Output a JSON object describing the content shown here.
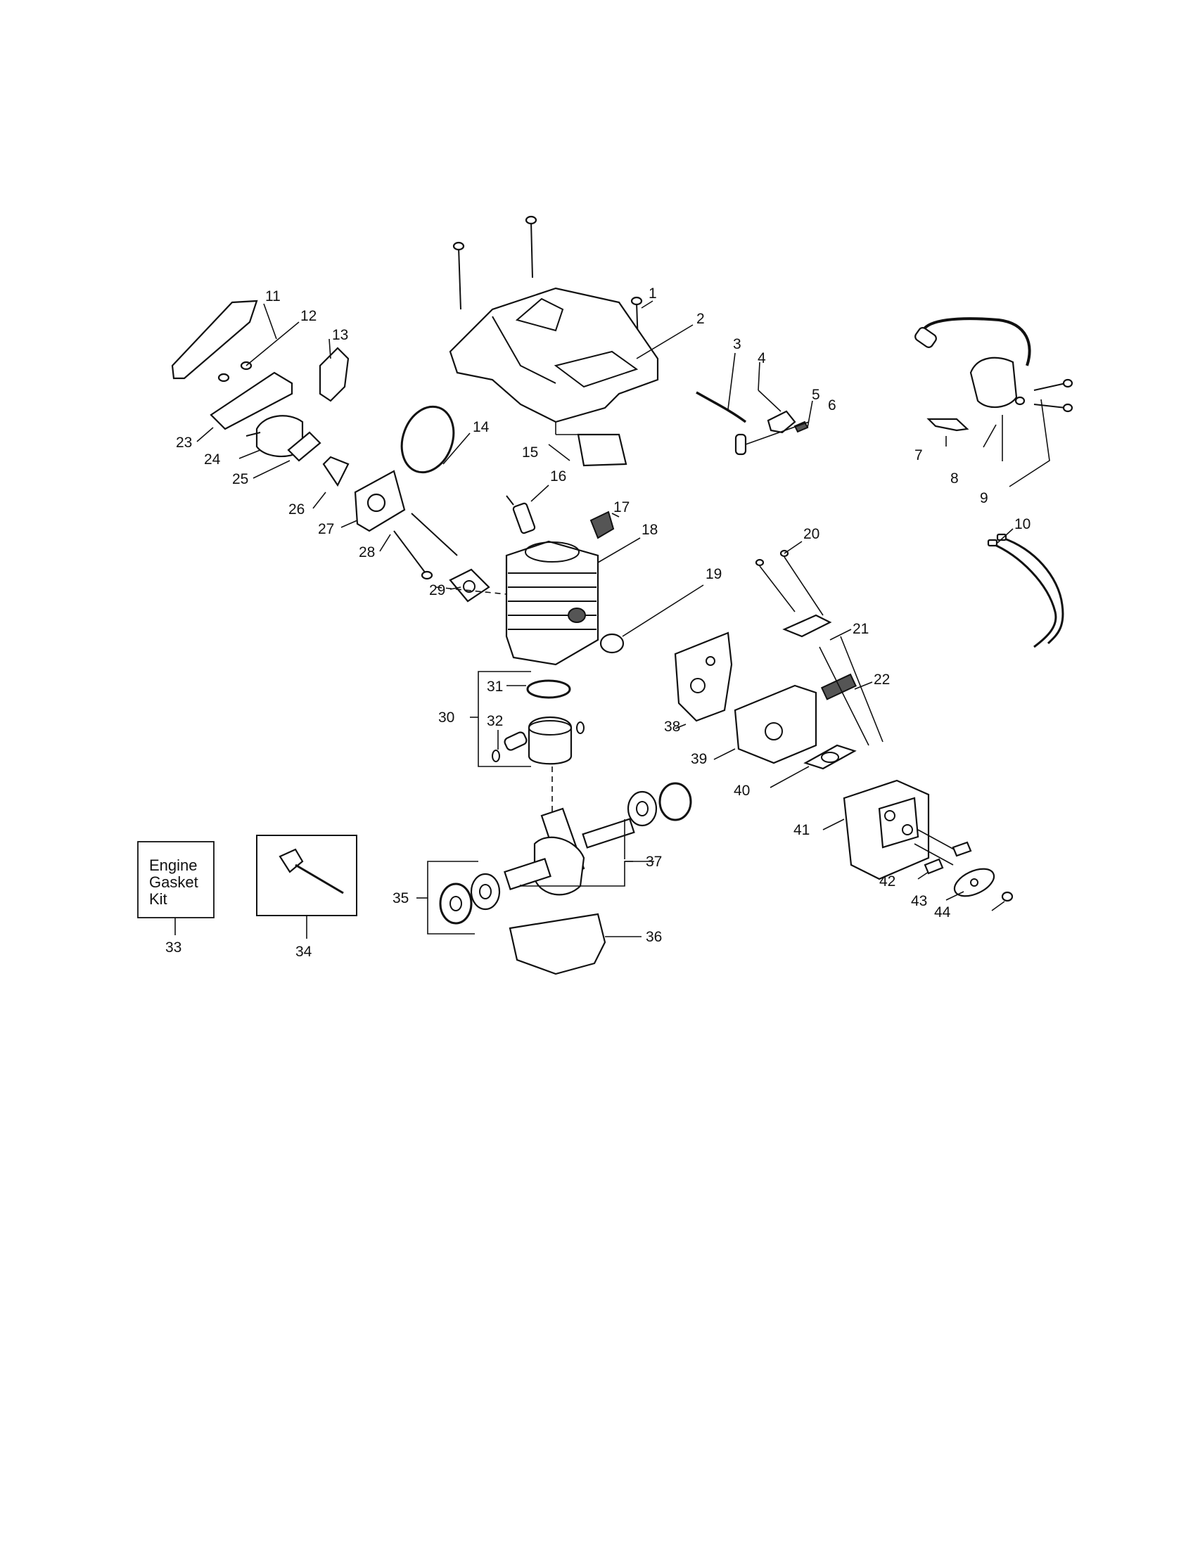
{
  "gasket_kit_box": {
    "line1": "Engine",
    "line2": "Gasket",
    "line3": "Kit"
  },
  "parts": [
    {
      "ref": "1"
    },
    {
      "ref": "2"
    },
    {
      "ref": "3"
    },
    {
      "ref": "4"
    },
    {
      "ref": "5"
    },
    {
      "ref": "6"
    },
    {
      "ref": "7"
    },
    {
      "ref": "8"
    },
    {
      "ref": "9"
    },
    {
      "ref": "10"
    },
    {
      "ref": "11"
    },
    {
      "ref": "12"
    },
    {
      "ref": "13"
    },
    {
      "ref": "14"
    },
    {
      "ref": "15"
    },
    {
      "ref": "16"
    },
    {
      "ref": "17"
    },
    {
      "ref": "18"
    },
    {
      "ref": "19"
    },
    {
      "ref": "20"
    },
    {
      "ref": "21"
    },
    {
      "ref": "22"
    },
    {
      "ref": "23"
    },
    {
      "ref": "24"
    },
    {
      "ref": "25"
    },
    {
      "ref": "26"
    },
    {
      "ref": "27"
    },
    {
      "ref": "28"
    },
    {
      "ref": "29"
    },
    {
      "ref": "30"
    },
    {
      "ref": "31"
    },
    {
      "ref": "32"
    },
    {
      "ref": "33"
    },
    {
      "ref": "34"
    },
    {
      "ref": "35"
    },
    {
      "ref": "36"
    },
    {
      "ref": "37"
    },
    {
      "ref": "38"
    },
    {
      "ref": "39"
    },
    {
      "ref": "40"
    },
    {
      "ref": "41"
    },
    {
      "ref": "42"
    },
    {
      "ref": "43"
    },
    {
      "ref": "44"
    }
  ]
}
